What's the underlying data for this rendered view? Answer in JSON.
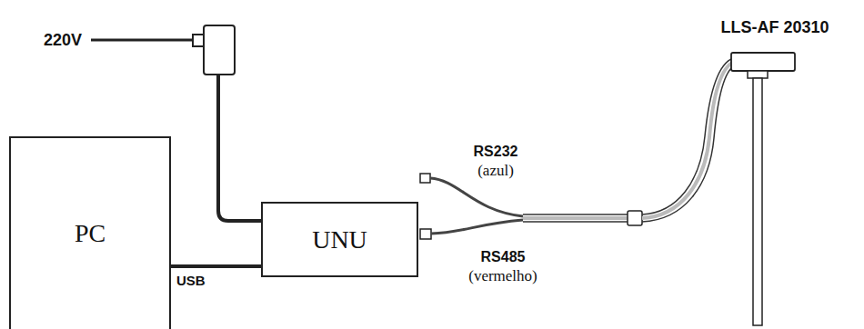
{
  "diagram": {
    "nodes": [
      {
        "text": [
          "PC"
        ]
      },
      {
        "text": [
          "UNU"
        ]
      }
    ],
    "edges": [
      {
        "from": 0,
        "to": 1,
        "arrow": "none",
        "label": "USB"
      }
    ],
    "labels": [
      "220V",
      "RS232",
      "(azul)",
      "RS485",
      "(vermelho)",
      "LLS-AF 20310"
    ]
  }
}
